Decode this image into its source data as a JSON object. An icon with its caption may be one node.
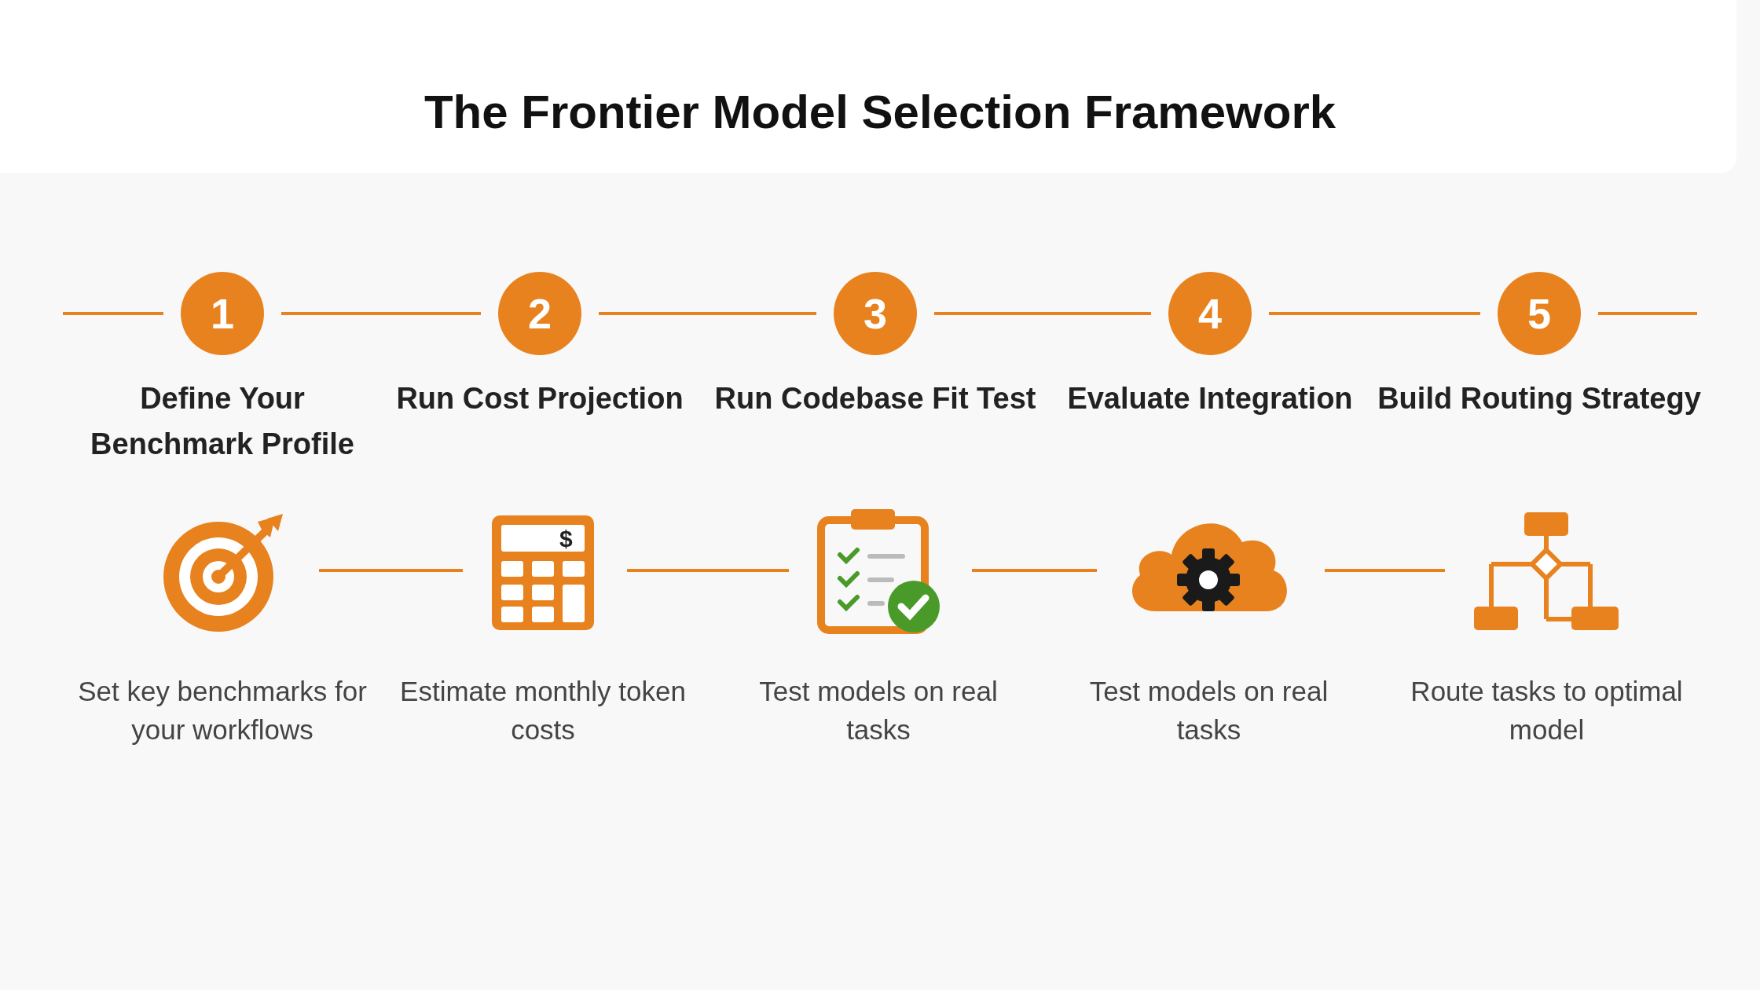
{
  "diagram": {
    "title": "The Frontier Model Selection Framework",
    "nodes": [
      {
        "text": [
          "1"
        ],
        "beside": [
          "Define Your Benchmark Profile"
        ]
      },
      {
        "text": [
          "2"
        ],
        "beside": [
          "Run Cost Projection"
        ]
      },
      {
        "text": [
          "3"
        ],
        "beside": [
          "Run Codebase Fit Test"
        ]
      },
      {
        "text": [
          "4"
        ],
        "beside": [
          "Evaluate Integration"
        ]
      },
      {
        "text": [
          "5"
        ],
        "beside": [
          "Build Routing Strategy"
        ]
      },
      {
        "text": [],
        "shape": "picture",
        "beside": [
          "Set key benchmarks for your workflows"
        ]
      },
      {
        "text": [],
        "shape": "picture",
        "beside": [
          "Estimate monthly token costs"
        ]
      },
      {
        "text": [],
        "shape": "picture",
        "beside": [
          "Test models on real tasks"
        ]
      },
      {
        "text": [],
        "shape": "picture",
        "beside": [
          "Test models on real tasks"
        ]
      },
      {
        "text": [],
        "shape": "picture",
        "beside": [
          "Route tasks to optimal model"
        ]
      }
    ],
    "edges": [
      {
        "from": null,
        "to": 0,
        "arrow": "none"
      },
      {
        "from": 0,
        "to": 1,
        "arrow": "none"
      },
      {
        "from": 1,
        "to": 2,
        "arrow": "none"
      },
      {
        "from": 2,
        "to": 3,
        "arrow": "none"
      },
      {
        "from": 3,
        "to": 4,
        "arrow": "none"
      },
      {
        "from": 4,
        "to": null,
        "arrow": "none"
      },
      {
        "from": 5,
        "to": 6,
        "arrow": "none"
      },
      {
        "from": 6,
        "to": 7,
        "arrow": "none"
      },
      {
        "from": 7,
        "to": 8,
        "arrow": "none"
      },
      {
        "from": 8,
        "to": 9,
        "arrow": "none"
      }
    ],
    "labels": [
      "$"
    ]
  }
}
